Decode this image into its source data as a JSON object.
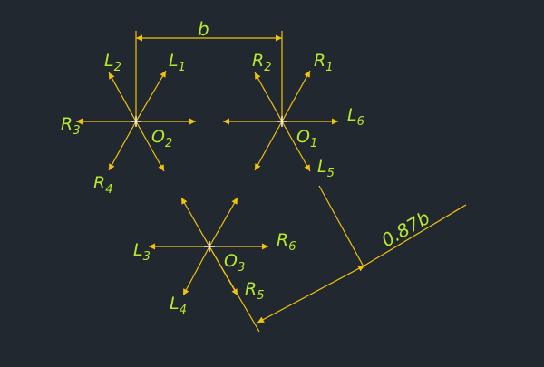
{
  "colors": {
    "background": "#212830",
    "line": "#f4c20d",
    "text": "#b7ea2c",
    "center": "#ffffff"
  },
  "dimensions": {
    "top_label": "b",
    "diagonal_label": "0.87b"
  },
  "stars": [
    {
      "center": {
        "main": "O",
        "sub": "2"
      },
      "labels": [
        {
          "main": "L",
          "sub": "1"
        },
        {
          "main": "L",
          "sub": "2"
        },
        {
          "main": "R",
          "sub": "3"
        },
        {
          "main": "R",
          "sub": "4"
        }
      ]
    },
    {
      "center": {
        "main": "O",
        "sub": "1"
      },
      "labels": [
        {
          "main": "R",
          "sub": "1"
        },
        {
          "main": "R",
          "sub": "2"
        },
        {
          "main": "L",
          "sub": "6"
        },
        {
          "main": "L",
          "sub": "5"
        }
      ]
    },
    {
      "center": {
        "main": "O",
        "sub": "3"
      },
      "labels": [
        {
          "main": "R",
          "sub": "6"
        },
        {
          "main": "L",
          "sub": "3"
        },
        {
          "main": "L",
          "sub": "4"
        },
        {
          "main": "R",
          "sub": "5"
        }
      ]
    }
  ]
}
